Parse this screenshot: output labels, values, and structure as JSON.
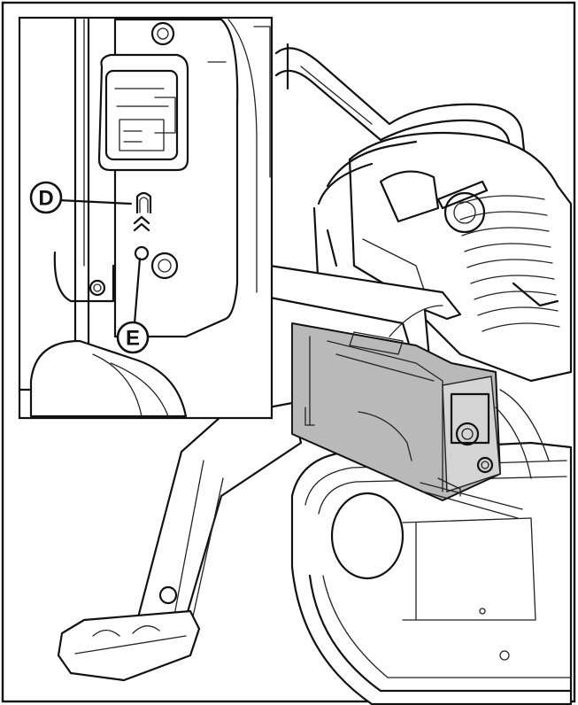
{
  "callouts": {
    "d": {
      "label": "D",
      "target": "indicator-symbol"
    },
    "e": {
      "label": "E",
      "target": "indicator-lamp"
    }
  },
  "colors": {
    "line": "#111111",
    "highlight_box": "#b9b9b9",
    "background": "#ffffff"
  }
}
